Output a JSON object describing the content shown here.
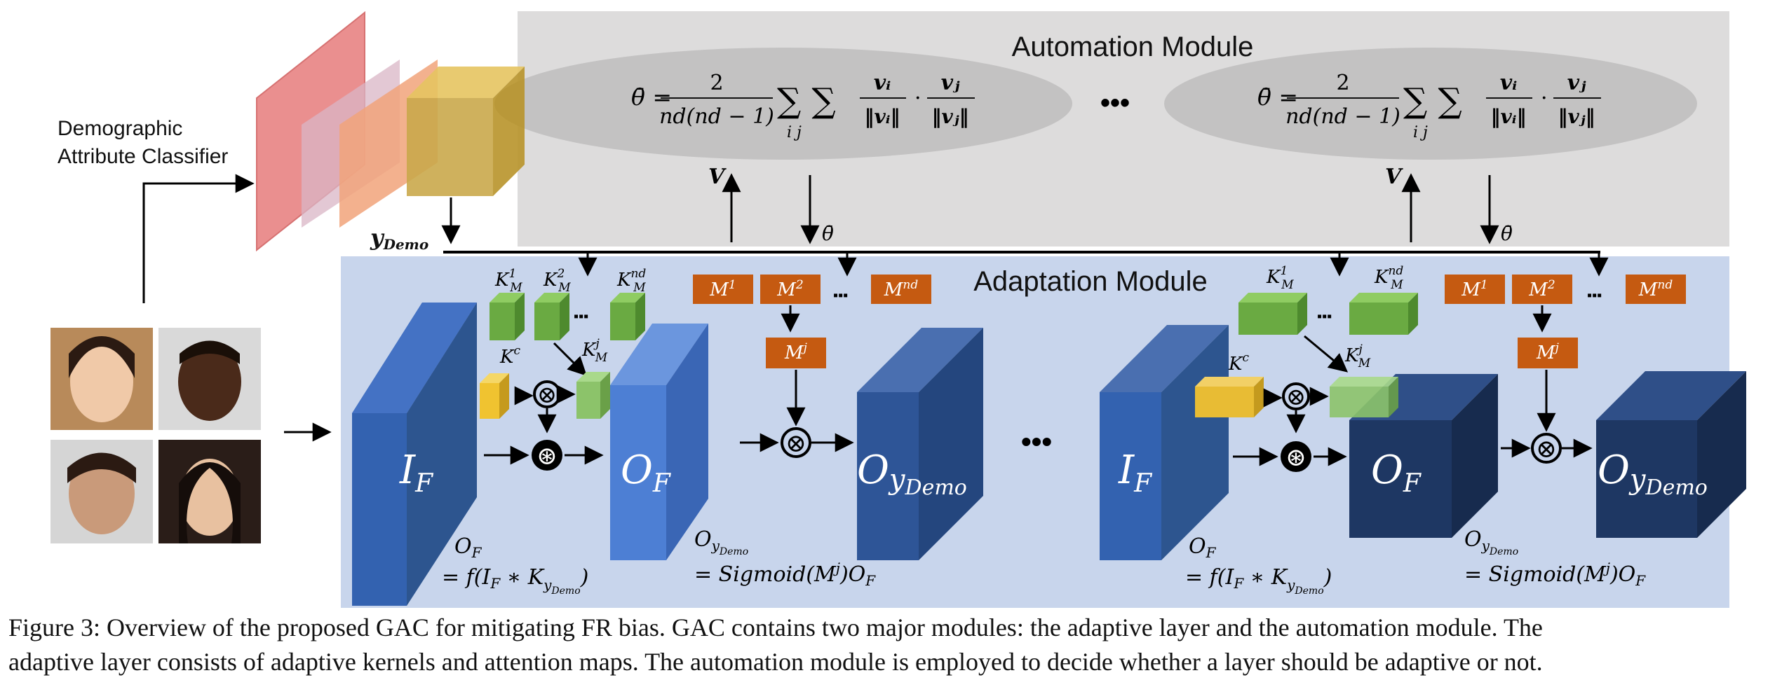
{
  "automation_module": {
    "title": "Automation Module",
    "formula": {
      "lhs": "θ̄ =",
      "numerator": "2",
      "denominator": "nd(nd − 1)",
      "sums": "∑ ∑",
      "sum_indices": "i    j",
      "term1_num": "vᵢ",
      "term1_den": "‖vᵢ‖",
      "dot": "·",
      "term2_num": "vⱼ",
      "term2_den": "‖vⱼ‖"
    },
    "ellipsis": "•••",
    "arrow_up_label": "V",
    "arrow_down_label": "θ̄"
  },
  "demographic_classifier": {
    "label_line1": "Demographic",
    "label_line2": "Attribute Classifier",
    "output_label": "y",
    "output_subscript": "Demo"
  },
  "adaptation_module": {
    "title": "Adaptation Module",
    "left_block": {
      "kernel_labels": [
        "K",
        "K",
        "K"
      ],
      "kernel_sups": [
        "1",
        "2",
        "nd"
      ],
      "kernel_sub": "M",
      "kernel_dots": "▪▪▪",
      "selected_kernel": "K",
      "selected_kernel_sup": "j",
      "selected_kernel_sub": "M",
      "kc_label": "K",
      "kc_sup": "c",
      "mask_labels": [
        "M",
        "M",
        "M"
      ],
      "mask_sups": [
        "1",
        "2",
        "nd"
      ],
      "mask_dots": "▪▪▪",
      "selected_mask": "M",
      "selected_mask_sup": "j",
      "input_label": "I",
      "input_sub": "F",
      "output_label": "O",
      "output_sub": "F",
      "result_label": "O",
      "result_sub": "y",
      "result_subsub": "Demo",
      "eq1_line1": "O",
      "eq1_line1_sub": "F",
      "eq1_line2": "= f(I",
      "eq1_line2_sub": "F",
      "eq1_line2_rest": " ∗ K",
      "eq1_line2_sub2": "y",
      "eq1_line2_subsub": "Demo",
      "eq1_close": ")",
      "eq2_line1": "O",
      "eq2_line1_sub": "y",
      "eq2_line1_subsub": "Demo",
      "eq2_line2": "= Sigmoid(M",
      "eq2_line2_sup": "j",
      "eq2_line2_rest": ")O",
      "eq2_line2_sub": "F"
    },
    "between_ellipsis": "•••",
    "multiply_symbol": "⊗",
    "convolve_symbol": "⊛"
  },
  "caption": {
    "line1": "Figure 3: Overview of the proposed GAC for mitigating FR bias. GAC contains two major modules: the adaptive layer and the automation module. The",
    "line2": "adaptive layer consists of adaptive kernels and attention maps. The automation module is employed to decide whether a layer should be adaptive or not."
  },
  "colors": {
    "automation_bg": "#dddcdc",
    "automation_ellipse": "#c3c2c2",
    "adaptation_bg": "#c8d5ec",
    "blue_dark": "#2e5597",
    "blue_mid": "#4472c4",
    "navy": "#1e3763",
    "green": "#70ad47",
    "yellow": "#e8bc34",
    "orange": "#c55a11",
    "red": "#e88a8a"
  }
}
